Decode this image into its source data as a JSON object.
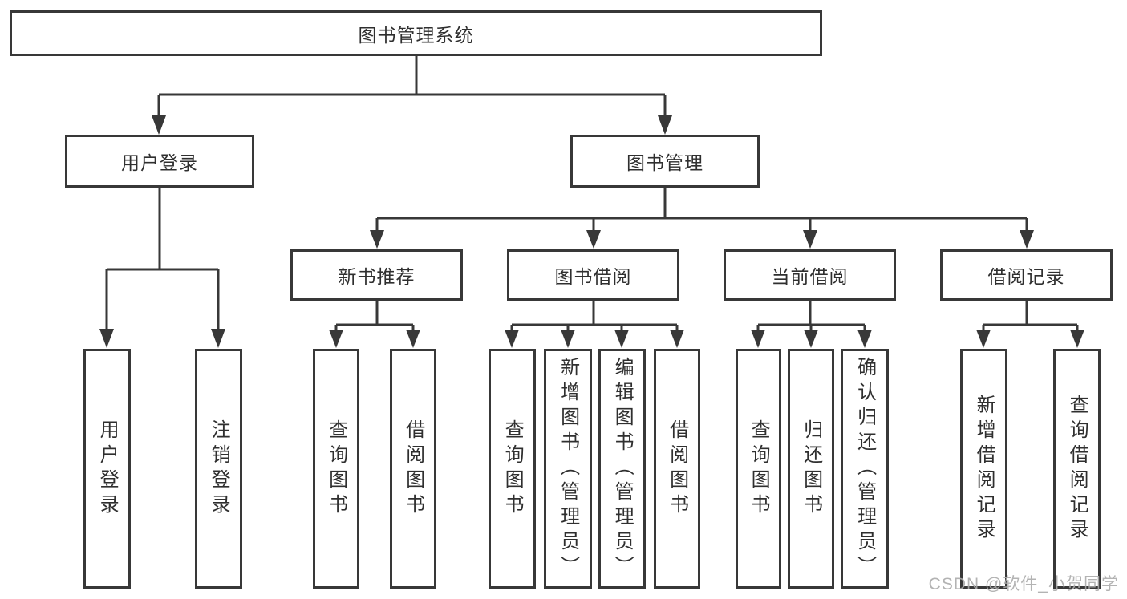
{
  "diagram_title": "图书管理系统",
  "tree": {
    "label": "图书管理系统",
    "children": [
      {
        "label": "用户登录",
        "children": [
          {
            "label": "用户登录"
          },
          {
            "label": "注销登录"
          }
        ]
      },
      {
        "label": "图书管理",
        "children": [
          {
            "label": "新书推荐",
            "children": [
              {
                "label": "查询图书"
              },
              {
                "label": "借阅图书"
              }
            ]
          },
          {
            "label": "图书借阅",
            "children": [
              {
                "label": "查询图书"
              },
              {
                "label": "新增图书（管理员）"
              },
              {
                "label": "编辑图书（管理员）"
              },
              {
                "label": "借阅图书"
              }
            ]
          },
          {
            "label": "当前借阅",
            "children": [
              {
                "label": "查询图书"
              },
              {
                "label": "归还图书"
              },
              {
                "label": "确认归还（管理员）"
              }
            ]
          },
          {
            "label": "借阅记录",
            "children": [
              {
                "label": "新增借阅记录"
              },
              {
                "label": "查询借阅记录"
              }
            ]
          }
        ]
      }
    ]
  },
  "watermark": {
    "text": "CSDN @软件_小贺同学"
  },
  "colors": {
    "line": "#383838",
    "box_border": "#383838",
    "text": "#2f2f2f",
    "background": "#ffffff",
    "watermark": "#ababab"
  }
}
